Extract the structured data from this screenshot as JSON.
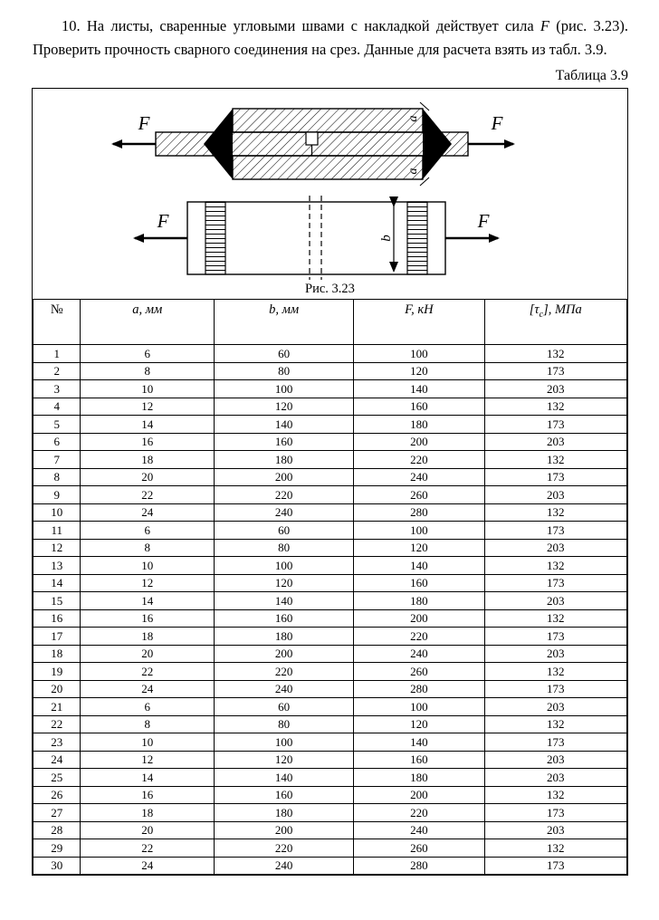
{
  "page": {
    "table_label": "Таблица 3.9",
    "figure_caption": "Рис. 3.23"
  },
  "problem": {
    "text_before_force": "10.  На листы, сваренные угловыми швами с накладкой действует сила ",
    "force_symbol": "F",
    "text_after_force": " (рис. 3.23). Проверить прочность сварного соединения на срез. Данные для расчета взять из табл. 3.9."
  },
  "figure": {
    "force_label": "F",
    "dim_a": "a",
    "dim_b": "b"
  },
  "table": {
    "headers": [
      "№",
      "a, мм",
      "b, мм",
      "F, кН"
    ],
    "header_tau": {
      "pre": "[τ",
      "sub": "c",
      "post": "], МПа"
    },
    "rows": [
      [
        1,
        6,
        60,
        100,
        132
      ],
      [
        2,
        8,
        80,
        120,
        173
      ],
      [
        3,
        10,
        100,
        140,
        203
      ],
      [
        4,
        12,
        120,
        160,
        132
      ],
      [
        5,
        14,
        140,
        180,
        173
      ],
      [
        6,
        16,
        160,
        200,
        203
      ],
      [
        7,
        18,
        180,
        220,
        132
      ],
      [
        8,
        20,
        200,
        240,
        173
      ],
      [
        9,
        22,
        220,
        260,
        203
      ],
      [
        10,
        24,
        240,
        280,
        132
      ],
      [
        11,
        6,
        60,
        100,
        173
      ],
      [
        12,
        8,
        80,
        120,
        203
      ],
      [
        13,
        10,
        100,
        140,
        132
      ],
      [
        14,
        12,
        120,
        160,
        173
      ],
      [
        15,
        14,
        140,
        180,
        203
      ],
      [
        16,
        16,
        160,
        200,
        132
      ],
      [
        17,
        18,
        180,
        220,
        173
      ],
      [
        18,
        20,
        200,
        240,
        203
      ],
      [
        19,
        22,
        220,
        260,
        132
      ],
      [
        20,
        24,
        240,
        280,
        173
      ],
      [
        21,
        6,
        60,
        100,
        203
      ],
      [
        22,
        8,
        80,
        120,
        132
      ],
      [
        23,
        10,
        100,
        140,
        173
      ],
      [
        24,
        12,
        120,
        160,
        203
      ],
      [
        25,
        14,
        140,
        180,
        203
      ],
      [
        26,
        16,
        160,
        200,
        132
      ],
      [
        27,
        18,
        180,
        220,
        173
      ],
      [
        28,
        20,
        200,
        240,
        203
      ],
      [
        29,
        22,
        220,
        260,
        132
      ],
      [
        30,
        24,
        240,
        280,
        173
      ]
    ]
  }
}
